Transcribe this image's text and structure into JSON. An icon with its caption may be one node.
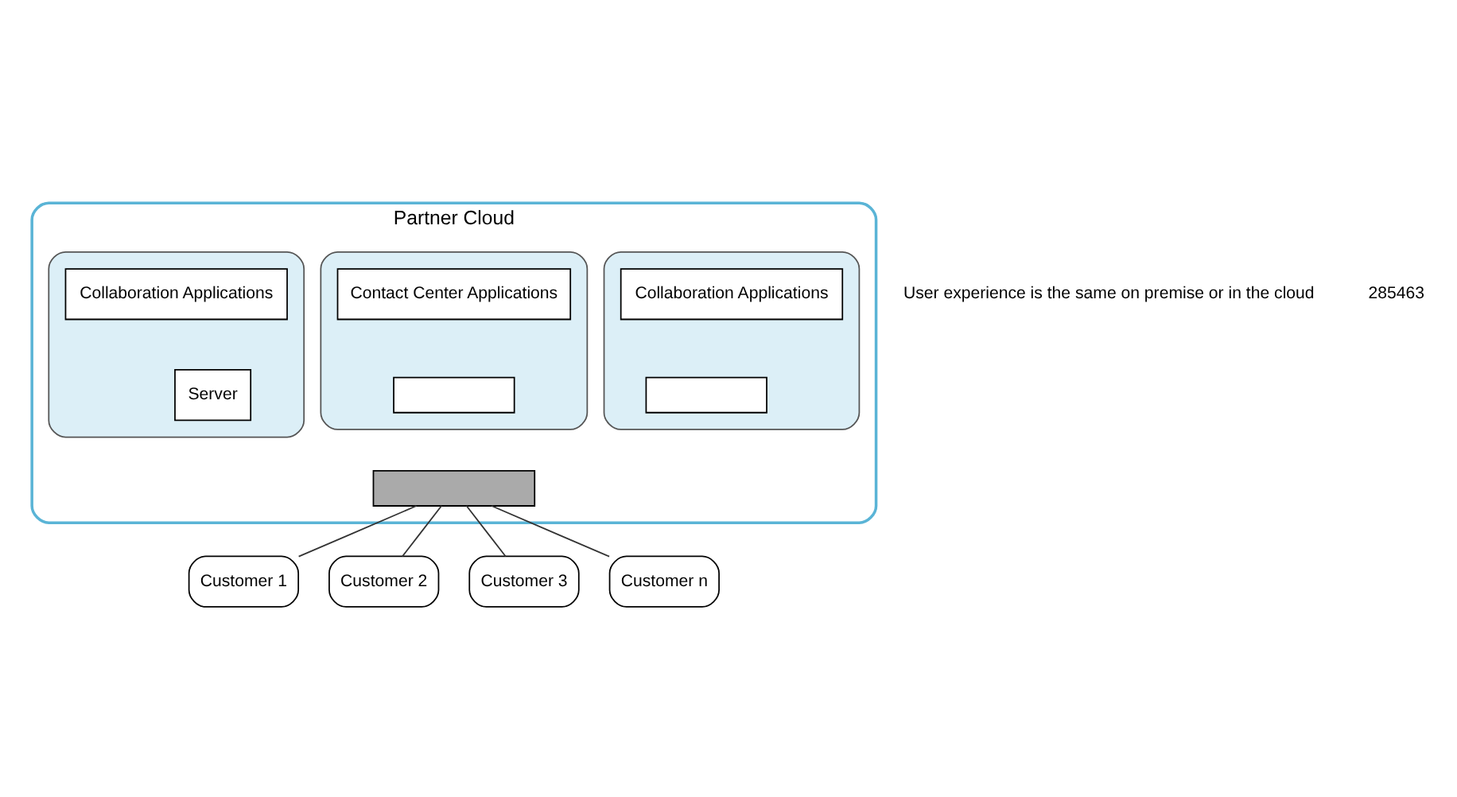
{
  "diagram": {
    "nodes": [
      {
        "text": [
          "Partner Cloud"
        ]
      },
      {
        "text": [],
        "shape": "bar",
        "in": 0
      },
      {
        "text": [],
        "shape": "box",
        "in": 0
      },
      {
        "text": [
          "Collaboration Applications"
        ],
        "in": 2
      },
      {
        "text": [],
        "shape": "box",
        "in": 2
      },
      {
        "text": [],
        "shape": "box",
        "in": 0
      },
      {
        "text": [
          "Contact Center Applications"
        ],
        "in": 5
      },
      {
        "text": [],
        "shape": "box",
        "in": 5
      },
      {
        "text": [],
        "shape": "box",
        "in": 0
      },
      {
        "text": [
          "Collaboration Applications"
        ],
        "in": 8
      },
      {
        "text": [
          "Server"
        ],
        "in": 8
      },
      {
        "text": [
          "Customer 1"
        ]
      },
      {
        "text": [
          "Customer 2"
        ]
      },
      {
        "text": [
          "Customer 3"
        ]
      },
      {
        "text": [
          "Customer n"
        ]
      }
    ],
    "edges": [
      {
        "from": 1,
        "to": 11,
        "arrow": "none"
      },
      {
        "from": 1,
        "to": 12,
        "arrow": "none"
      },
      {
        "from": 1,
        "to": 13,
        "arrow": "none"
      },
      {
        "from": 1,
        "to": 14,
        "arrow": "none"
      }
    ],
    "labels": [
      "User experience is the same on premise or in the cloud",
      "285463"
    ]
  }
}
